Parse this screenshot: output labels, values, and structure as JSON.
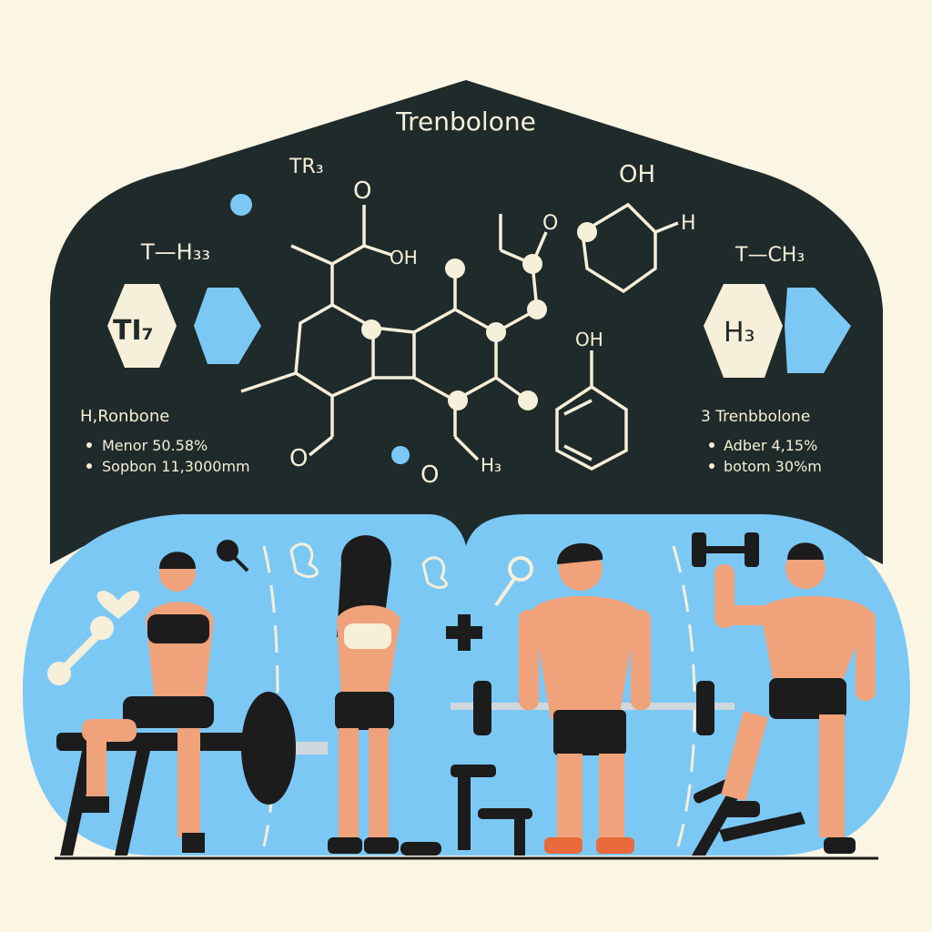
{
  "title": "Trenbolone",
  "molecule": {
    "labels": {
      "tr": "TR₃",
      "o_top": "O",
      "oh_left": "OH",
      "oh_top_right": "OH",
      "h_right": "H",
      "o_left_ring": "O",
      "oh_lower": "OH",
      "o_bottom_left": "O",
      "o_bottom": "O",
      "h_bottom": "H₃"
    }
  },
  "left_panel": {
    "formula": "T—H₃₃",
    "hex_label": "TI₇",
    "heading": "H,Ronbone",
    "bullets": [
      "Menor 50.58%",
      "Sopbon 11,3000mm"
    ]
  },
  "right_panel": {
    "formula": "T—CH₃",
    "hex_label": "H₃",
    "heading": "3 Trenbbolone",
    "bullets": [
      "Adber 4,15%",
      "botom 30%m"
    ]
  },
  "colors": {
    "background": "#fbf5e3",
    "panel": "#1f2a2a",
    "accent_blue": "#7cc8f5",
    "cream": "#f6efd9",
    "skin": "#f0a27a",
    "black": "#1c1c1c"
  }
}
